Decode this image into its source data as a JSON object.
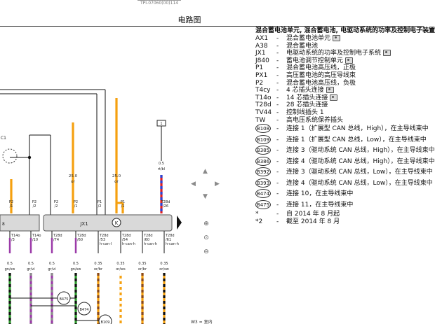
{
  "header": {
    "doc_ref": "TPI-07060(00)114",
    "title": "电路图"
  },
  "diagram": {
    "jx1_label": "JX1",
    "left_component_label": "8",
    "c1_label": "C1",
    "fuse_box_label": "1",
    "fuse_section_value": "0.5",
    "fuse_section_color": "rt/bl",
    "upper_wires": [
      {
        "section": "25.0",
        "color": "or"
      },
      {
        "section": "25.0",
        "color": "or"
      }
    ],
    "pins": [
      "P2\n/1",
      "P2\n/2",
      "P2\n/2",
      "P2\n/1",
      "P1\n/2",
      "P1\n/1",
      "T28d\n/26"
    ],
    "lower_connectors": [
      "T14o\n/3",
      "T14o\n/10",
      "T28d\n/74",
      "T28d\n/60",
      "T28d\n/53\nh-can-l",
      "T28d\n/54\nh-can-h",
      "T28d\n/60\nh-can-h",
      "T28d\n/61\nh-can-h"
    ],
    "lower_wires": [
      {
        "section": "0.5",
        "color": "gn/sw"
      },
      {
        "section": "0.5",
        "color": "gr/vi"
      },
      {
        "section": "0.5",
        "color": "gr/vi"
      },
      {
        "section": "0.5",
        "color": "gn/sw"
      },
      {
        "section": "0.35",
        "color": "or/br"
      },
      {
        "section": "0.35",
        "color": "or/ws"
      },
      {
        "section": "0.35",
        "color": "or/br"
      },
      {
        "section": "0.35",
        "color": "or/sw"
      }
    ],
    "refs": [
      "B475",
      "B474",
      "B109"
    ],
    "footnote": "W3 = 室内"
  },
  "legend": {
    "title": "混合蓄电池单元, 混合蓄电池, 电驱动系统的功率及控制电子装置",
    "items": [
      {
        "code": "AX1",
        "text": "混合蓄电池单元",
        "camera": true
      },
      {
        "code": "A38",
        "text": "混合蓄电池",
        "camera": false
      },
      {
        "code": "JX1",
        "text": "电驱动系统的功率及控制电子系统",
        "camera": true
      },
      {
        "code": "J840",
        "text": "蓄电池调节控制单元",
        "camera": true
      },
      {
        "code": "P1",
        "text": "混合蓄电池高压线，正极",
        "camera": false
      },
      {
        "code": "PX1",
        "text": "高压蓄电池的高压导线束",
        "camera": false
      },
      {
        "code": "P2",
        "text": "混合蓄电池高压线，负极",
        "camera": false
      },
      {
        "code": "T4cy",
        "text": "4 芯插头连接",
        "camera": true
      },
      {
        "code": "T14o",
        "text": "14 芯插头连接",
        "camera": true
      },
      {
        "code": "T28d",
        "text": "28 芯插头连接",
        "camera": false
      },
      {
        "code": "TV44",
        "text": "控制线插头 1",
        "camera": false
      },
      {
        "code": "TW",
        "text": "高电压系统保养插头",
        "camera": false
      },
      {
        "code": "B108",
        "text": "连接 1（扩展型 CAN 总线，High），在主导线束中",
        "camera": false,
        "circled": true
      },
      {
        "code": "B109",
        "text": "连接 1（扩展型 CAN 总线，Low），在主导线束中",
        "camera": false,
        "circled": true
      },
      {
        "code": "B385",
        "text": "连接 3（驱动系统 CAN 总线，High），在主导线束中",
        "camera": false,
        "circled": true
      },
      {
        "code": "B386",
        "text": "连接 4（驱动系统 CAN 总线，High），在主导线束中",
        "camera": false,
        "circled": true
      },
      {
        "code": "B392",
        "text": "连接 3（驱动系统 CAN 总线，Low），在主导线束中",
        "camera": false,
        "circled": true
      },
      {
        "code": "B393",
        "text": "连接 4（驱动系统 CAN 总线，Low），在主导线束中",
        "camera": false,
        "circled": true
      },
      {
        "code": "B474",
        "text": "连接 10，在主导线束中",
        "camera": false,
        "circled": true
      },
      {
        "code": "B475",
        "text": "连接 11，在主导线束中",
        "camera": false,
        "circled": true
      },
      {
        "code": "*",
        "text": "自 2014 年 8 月起",
        "camera": false
      },
      {
        "code": "*2",
        "text": "截至 2014 年 8 月",
        "camera": false
      }
    ]
  },
  "colors": {
    "orange": "#f5a00f",
    "green": "#2c9a2c",
    "black": "#111111",
    "violet": "#9b3aa8",
    "grey": "#8c8c8c",
    "white": "#ffffff",
    "red": "#e02020",
    "blue": "#2a44d6",
    "brown": "#8b4a1a",
    "component": "#d9d9d9"
  },
  "icons": [
    "camera-icon",
    "nav-up-icon",
    "nav-left-icon",
    "nav-right-icon",
    "nav-down-icon",
    "zoom-in-icon",
    "zoom-reset-icon",
    "zoom-out-icon"
  ]
}
